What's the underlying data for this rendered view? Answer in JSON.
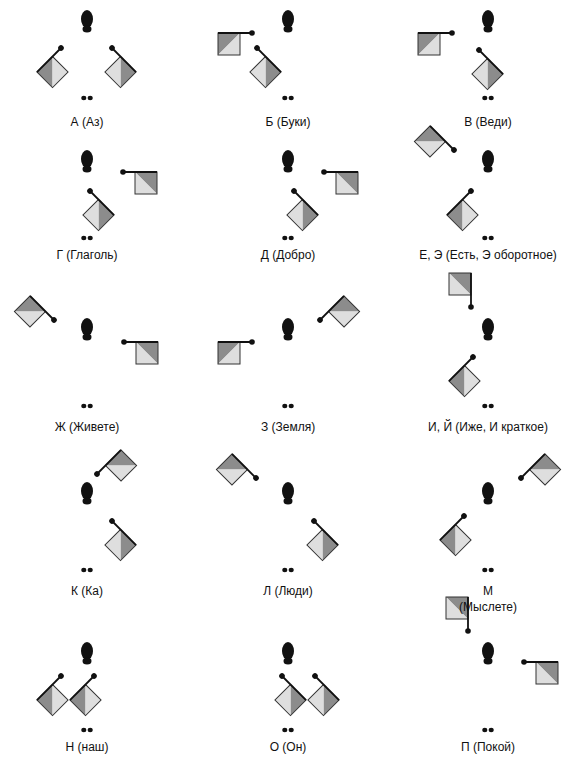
{
  "diagram": {
    "labels": [
      "А (Аз)",
      "Б (Буки)",
      "В (Веди)",
      "Г (Глаголь)",
      "Д (Добро)",
      "Е, Э (Есть, Э оборотное)",
      "Ж (Живете)",
      "З (Земля)",
      "И, Й (Иже, И краткое)",
      "К (Ка)",
      "Л (Люди)",
      "М (Мыслете)",
      "Н (наш)",
      "О (Он)",
      "П (Покой)"
    ]
  }
}
